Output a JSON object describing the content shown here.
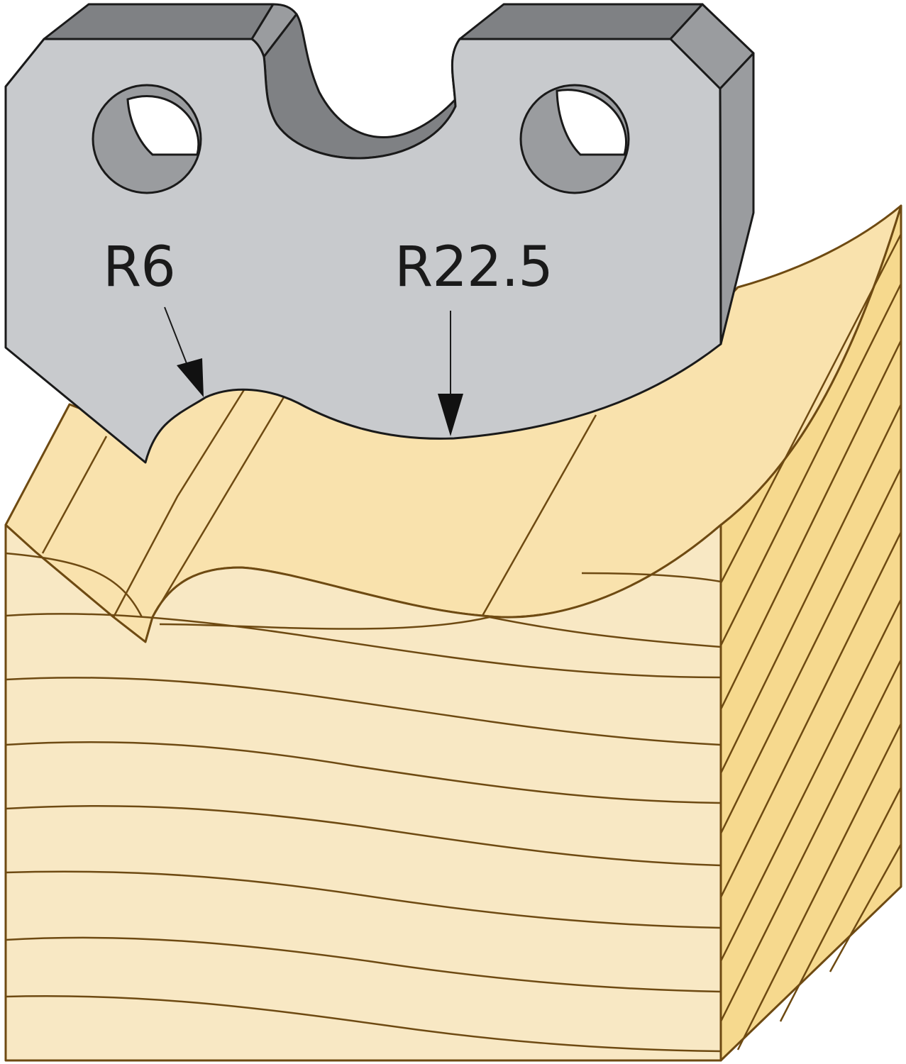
{
  "labels": {
    "small_radius": "R6",
    "large_radius": "R22.5"
  },
  "icons": {
    "blade": "profile-knife-blade",
    "wood": "moulded-wood-block"
  },
  "colors": {
    "steel_face": "#c8cacd",
    "steel_side": "#9a9c9f",
    "steel_top": "#7f8184",
    "wood_front": "#f8e8c4",
    "wood_profile": "#f9e2ad",
    "wood_side": "#f6d98e",
    "grain_line": "#6e4a12",
    "outline": "#1a1a1a"
  }
}
